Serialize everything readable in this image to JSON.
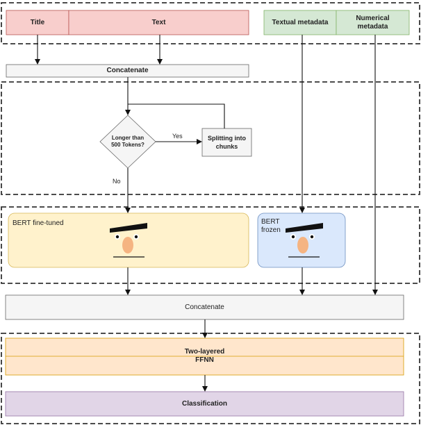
{
  "inputs": {
    "title": "Title",
    "text": "Text",
    "textual_metadata": "Textual metadata",
    "numerical_metadata_line1": "Numerical",
    "numerical_metadata_line2": "metadata"
  },
  "concat_top": "Concatenate",
  "decision": {
    "line1": "Longer than",
    "line2": "500 Tokens?",
    "yes": "Yes",
    "no": "No"
  },
  "split": {
    "line1": "Splitting into",
    "line2": "chunks"
  },
  "bert_finetuned": "BERT fine-tuned",
  "bert_frozen_line1": "BERT",
  "bert_frozen_line2": "frozen",
  "concat_bottom": "Concatenate",
  "ffnn": {
    "line1": "Two-layered",
    "line2": "FFNN"
  },
  "classification": "Classification",
  "colors": {
    "input_red": "#f8cecc",
    "input_green": "#d5e8d4",
    "concat_gray": "#f5f5f5",
    "bert_yellow": "#fff2cc",
    "bert_blue": "#dae8fc",
    "ffnn_orange": "#ffe6cc",
    "class_purple": "#e1d5e7"
  }
}
